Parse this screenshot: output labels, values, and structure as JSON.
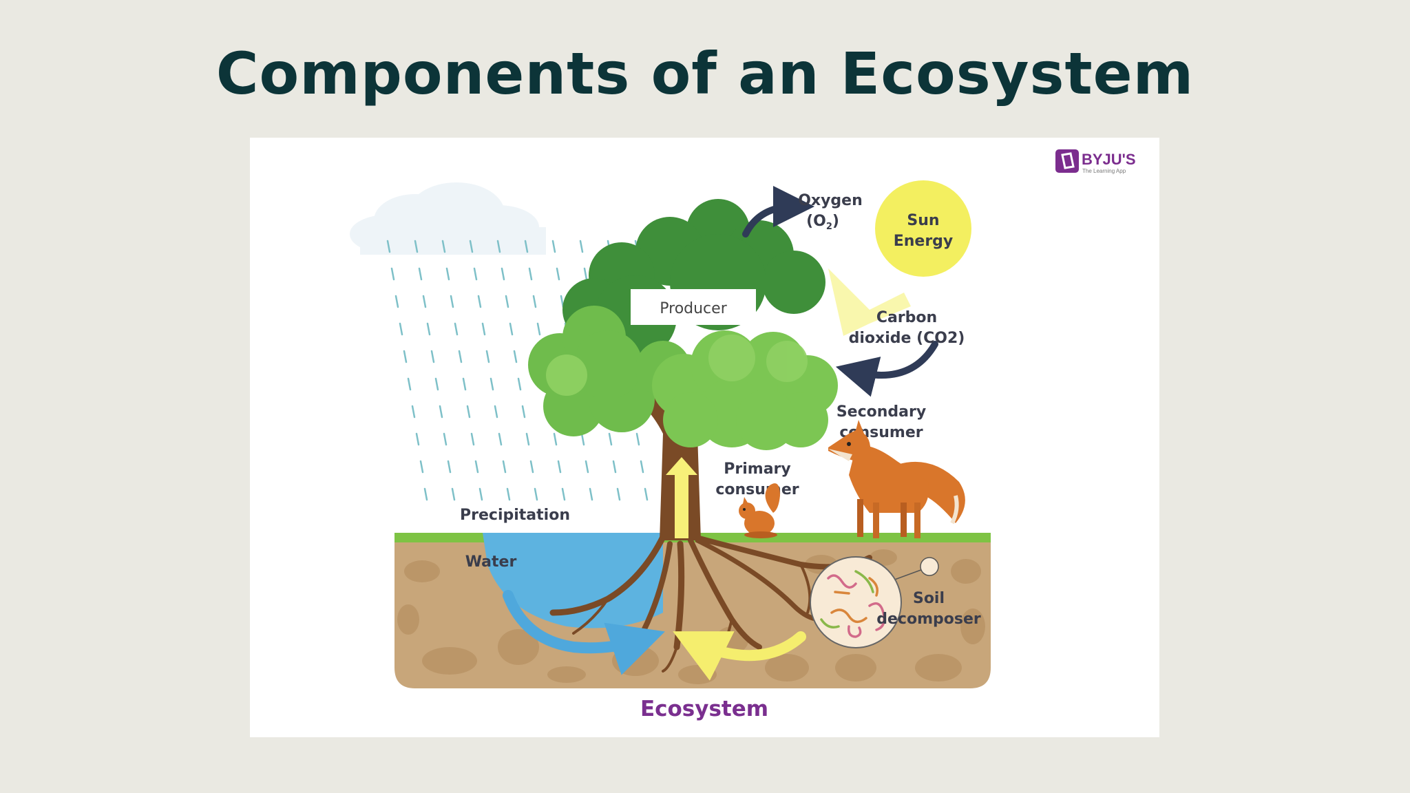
{
  "slide": {
    "title": "Components of an Ecosystem"
  },
  "logo": {
    "brand": "BYJU'S",
    "tagline": "The Learning App",
    "color": "#7b2d8e"
  },
  "diagram": {
    "caption": "Ecosystem",
    "labels": {
      "producer": "Producer",
      "oxygen_line1": "Oxygen",
      "oxygen_line2": "(O",
      "oxygen_sub": "2",
      "oxygen_close": ")",
      "sun_line1": "Sun",
      "sun_line2": "Energy",
      "co2_line1": "Carbon",
      "co2_line2": "dioxide (CO2)",
      "secondary_line1": "Secondary",
      "secondary_line2": "consumer",
      "primary_line1": "Primary",
      "primary_line2": "consumer",
      "precipitation": "Precipitation",
      "water": "Water",
      "soil_line1": "Soil",
      "soil_line2": "decomposer"
    },
    "colors": {
      "leaf_dark": "#3f8f3a",
      "leaf_light": "#7cc653",
      "trunk": "#7a4a26",
      "water": "#56aedd",
      "soil": "#c8a67a",
      "grass": "#7ec344",
      "sun": "#f3ef60",
      "arrow_dark": "#2f3b57",
      "arrow_yellow": "#f7f079",
      "fox": "#d9762b"
    }
  }
}
